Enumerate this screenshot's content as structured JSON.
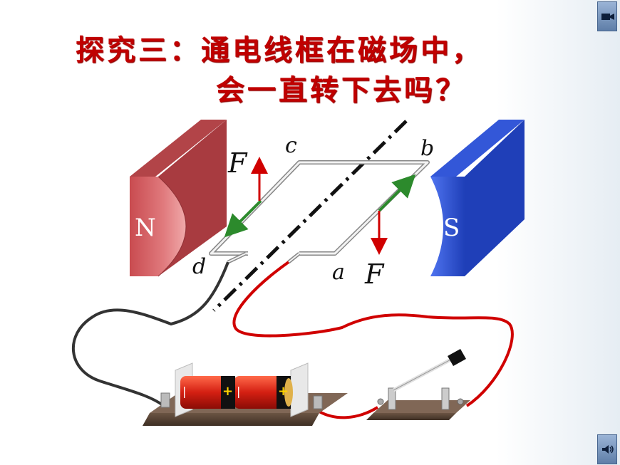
{
  "slide": {
    "title_line1": "探究三：通电线框在磁场中，",
    "title_line2": "会一直转下去吗？"
  },
  "diagram": {
    "labels": {
      "force_top": "F",
      "force_bottom": "F",
      "corner_a": "a",
      "corner_b": "b",
      "corner_c": "c",
      "corner_d": "d"
    },
    "magnets": {
      "north_label": "N",
      "south_label": "S",
      "north_color": "#d9595d",
      "south_color": "#2f55d6"
    },
    "battery": {
      "plus_1": "+",
      "plus_2": "+",
      "minus_1": "|",
      "minus_2": "|"
    },
    "colors": {
      "force_arrow": "#d00000",
      "current_arrow": "#2c8a2c",
      "wire_red": "#d00000",
      "wire_black": "#333333"
    }
  },
  "nav": {
    "top_button_icon": "video-camera-icon",
    "bottom_button_icon": "speaker-icon"
  }
}
